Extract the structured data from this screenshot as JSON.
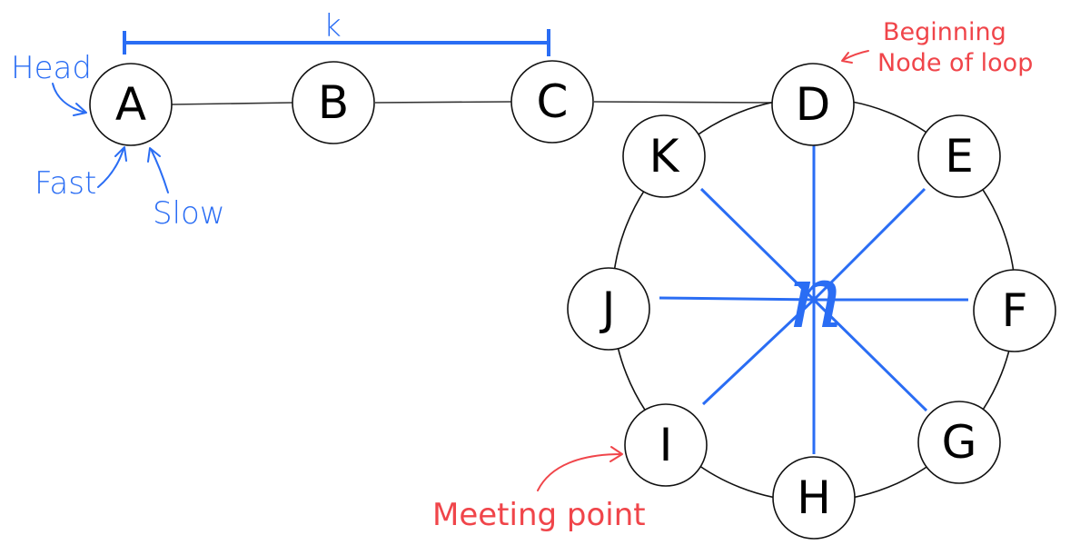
{
  "colors": {
    "annotation_blue": "#2a6df4",
    "annotation_red": "#f0454a",
    "node_stroke": "#111111",
    "line": "#333333"
  },
  "nodes": {
    "A": "A",
    "B": "B",
    "C": "C",
    "D": "D",
    "E": "E",
    "F": "F",
    "G": "G",
    "H": "H",
    "I": "I",
    "J": "J",
    "K": "K"
  },
  "labels": {
    "k": "k",
    "n": "n",
    "head": "Head",
    "fast": "Fast",
    "slow": "Slow",
    "beginning_line1": "Beginning",
    "beginning_line2": "Node of loop",
    "meeting_point": "Meeting point"
  }
}
